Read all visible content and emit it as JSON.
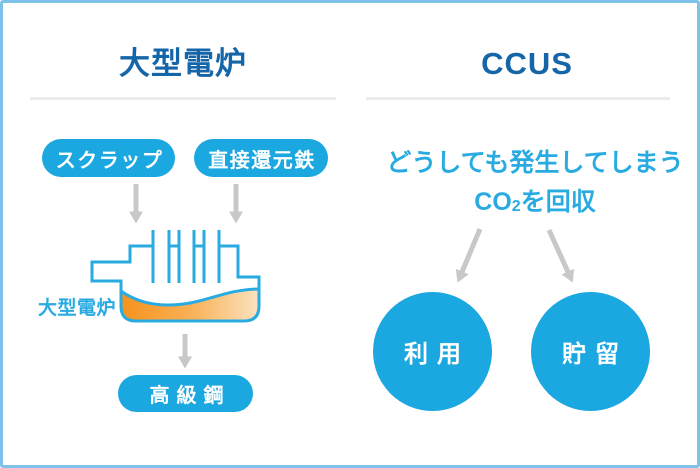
{
  "left_panel": {
    "title": "大型電炉",
    "inputs": [
      {
        "label": "スクラップ"
      },
      {
        "label": "直接還元鉄"
      }
    ],
    "furnace_label": "大型電炉",
    "output": {
      "label": "高級鋼"
    }
  },
  "right_panel": {
    "title": "CCUS",
    "description_line1": "どうしても発生してしまう",
    "description_co_prefix": "CO",
    "description_co_sub": "2",
    "description_suffix": "を回収",
    "options": [
      {
        "label": "利用"
      },
      {
        "label": "貯留"
      }
    ]
  },
  "colors": {
    "title_blue": "#1565a9",
    "pill_cyan": "#1ba7e0",
    "text_cyan": "#29abe2",
    "furnace_stroke_cyan": "#29abe2",
    "molten_orange_dark": "#f6921e",
    "molten_orange_light": "#fbe3bf",
    "arrow_gray": "#c8c8c8",
    "divider_gray": "#ececec",
    "border_light_blue": "#7fc2e9",
    "background": "#ffffff"
  }
}
